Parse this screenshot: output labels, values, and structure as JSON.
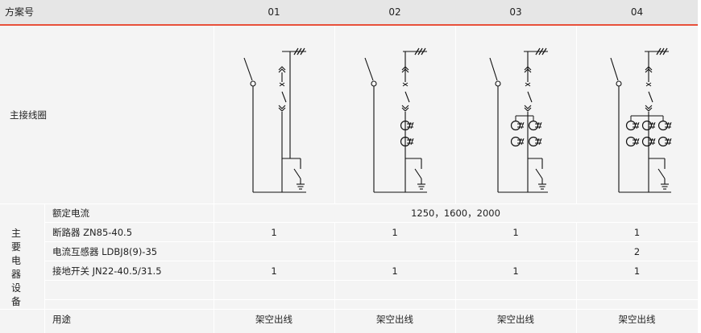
{
  "header": {
    "title": "方案号",
    "schemes": [
      "01",
      "02",
      "03",
      "04"
    ]
  },
  "main_wiring": {
    "label": "主接线圈"
  },
  "equipment": {
    "side_label": [
      "主",
      "要",
      "电",
      "器",
      "设",
      "备"
    ],
    "rated_current": {
      "label": "额定电流",
      "value": "1250，1600，2000"
    },
    "breaker": {
      "label": "断路器 ZN85-40.5",
      "values": [
        "1",
        "1",
        "1",
        "1"
      ]
    },
    "current_transformer": {
      "label": "电流互感器 LDBJ8(9)-35",
      "values": [
        "",
        "",
        "",
        "2"
      ]
    },
    "earthing_switch": {
      "label": "接地开关 JN22-40.5/31.5",
      "values": [
        "1",
        "1",
        "1",
        "1"
      ]
    }
  },
  "usage": {
    "label": "用途",
    "values": [
      "架空出线",
      "架空出线",
      "架空出线",
      "架空出线"
    ]
  },
  "colors": {
    "accent": "#e8503a",
    "header_bg": "#e6e6e6",
    "body_bg": "#f4f4f4"
  }
}
